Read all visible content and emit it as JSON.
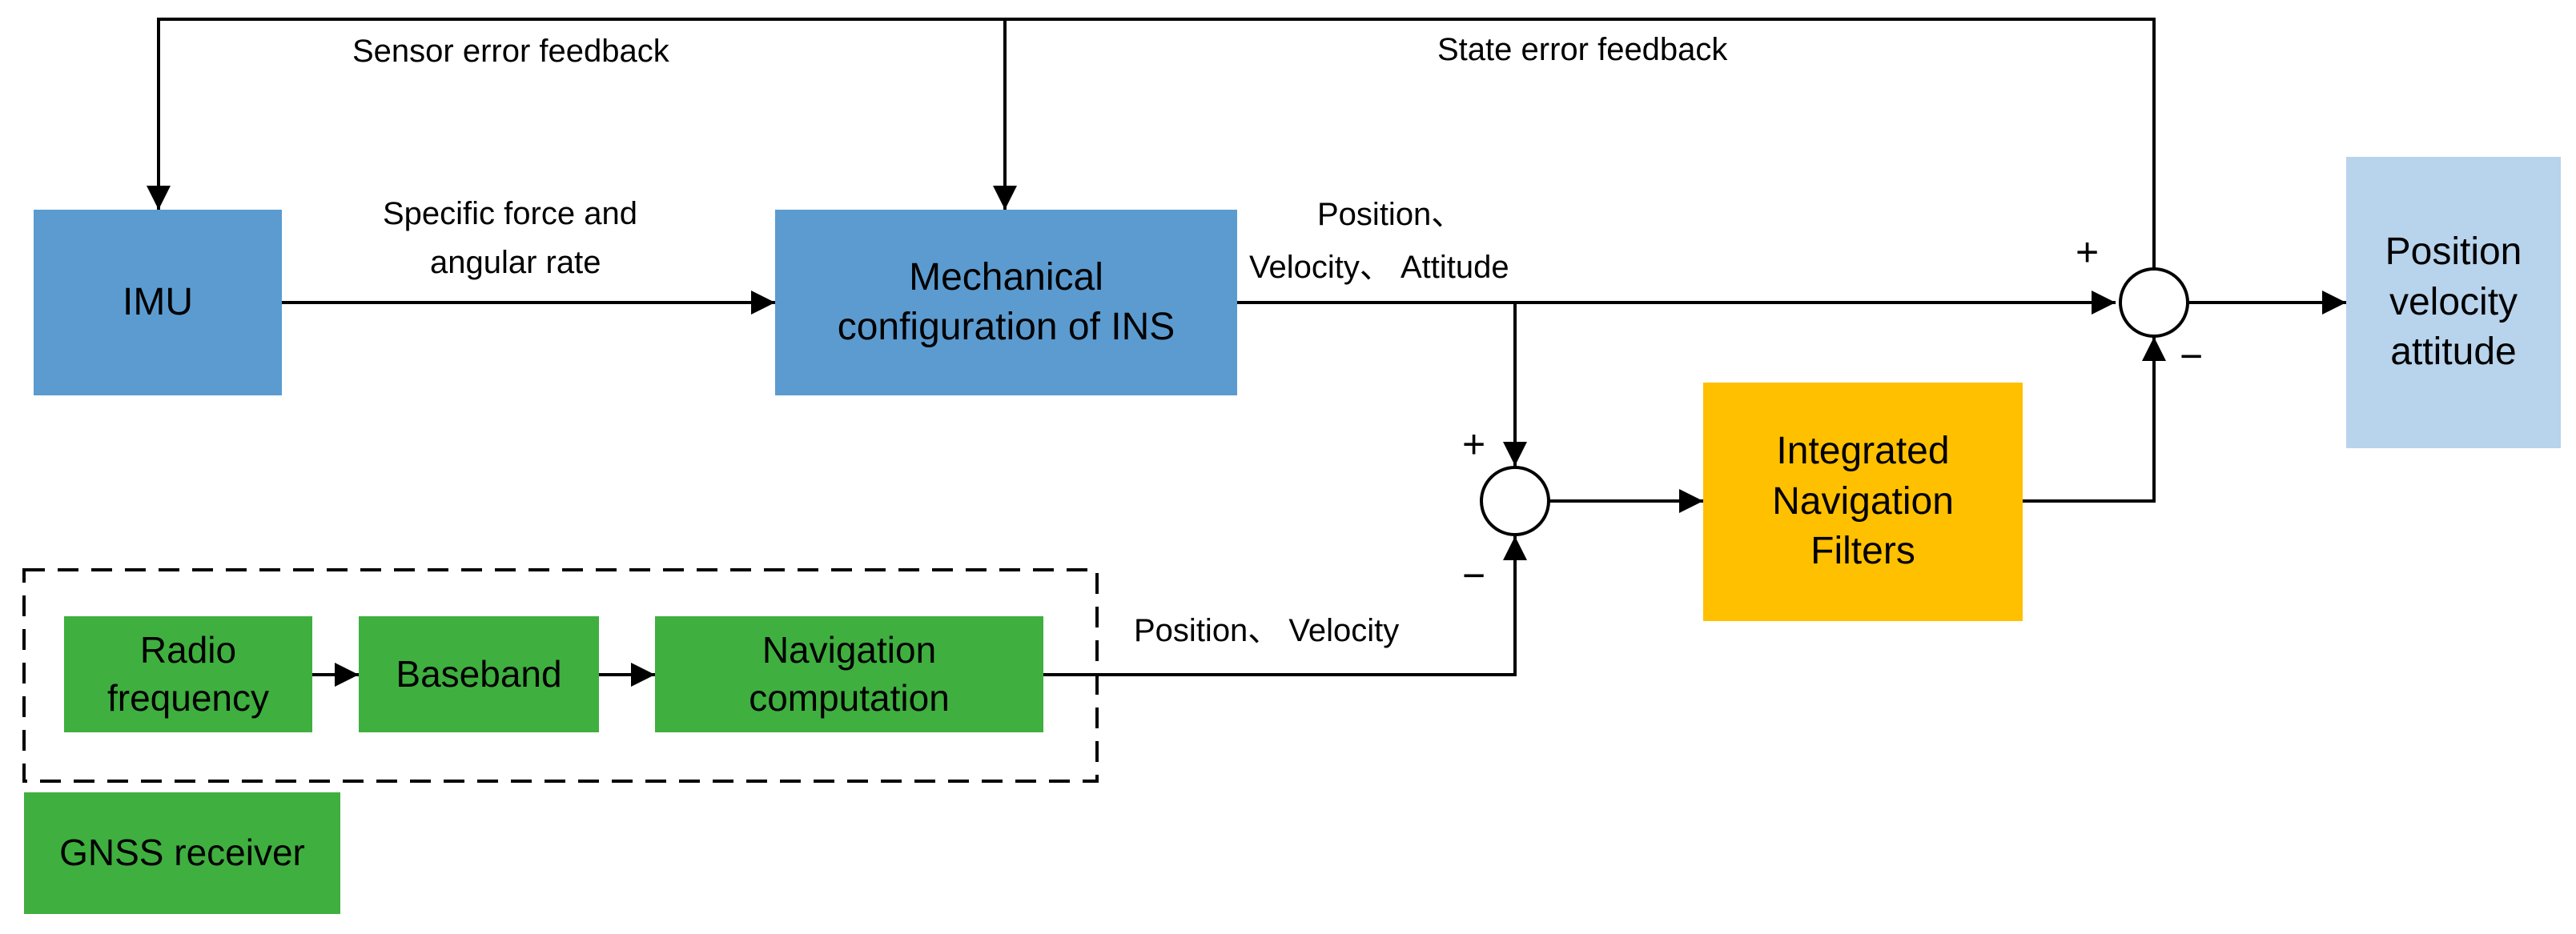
{
  "blocks": {
    "imu": "IMU",
    "mechanical_ins": "Mechanical configuration of INS",
    "integrated_filters": "Integrated Navigation Filters",
    "output": "Position velocity attitude",
    "radio_frequency": "Radio frequency",
    "baseband": "Baseband",
    "navigation_computation": "Navigation computation",
    "gnss_receiver": "GNSS receiver"
  },
  "labels": {
    "sensor_error_feedback": "Sensor error feedback",
    "state_error_feedback": "State error feedback",
    "specific_force_1": "Specific force and",
    "specific_force_2": "angular rate",
    "ins_output_1": "Position、",
    "ins_output_2": "Velocity、 Attitude",
    "gnss_output": "Position、 Velocity"
  },
  "signs": {
    "plus": "+",
    "minus": "−"
  },
  "colors": {
    "ins_blocks": "#5b9bd0",
    "output_block": "#b8d3ec",
    "filter_block": "#ffc000",
    "gnss_blocks": "#3faf3f"
  }
}
